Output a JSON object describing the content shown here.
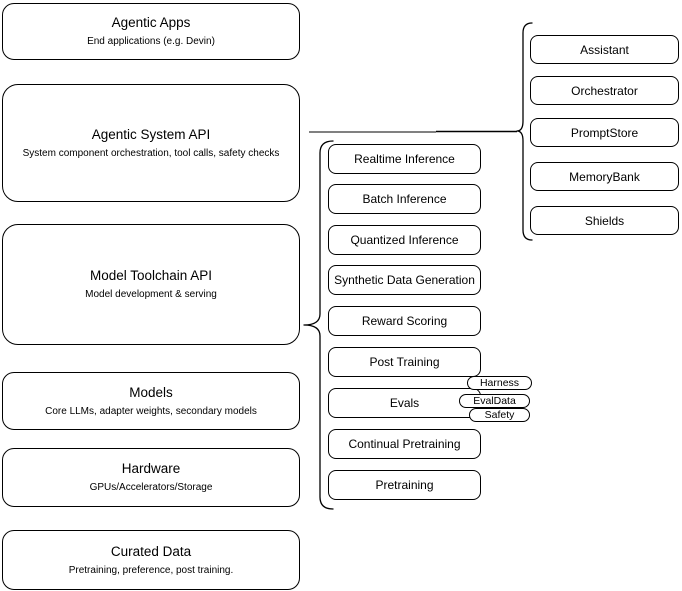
{
  "layers": [
    {
      "title": "Agentic Apps",
      "subtitle": "End applications (e.g. Devin)"
    },
    {
      "title": "Agentic System API",
      "subtitle": "System component orchestration, tool calls, safety checks"
    },
    {
      "title": "Model Toolchain API",
      "subtitle": "Model development & serving"
    },
    {
      "title": "Models",
      "subtitle": "Core LLMs, adapter weights, secondary models"
    },
    {
      "title": "Hardware",
      "subtitle": "GPUs/Accelerators/Storage"
    },
    {
      "title": "Curated Data",
      "subtitle": "Pretraining, preference, post training."
    }
  ],
  "toolchain_components": [
    "Realtime Inference",
    "Batch Inference",
    "Quantized Inference",
    "Synthetic Data Generation",
    "Reward Scoring",
    "Post Training",
    "Evals",
    "Continual Pretraining",
    "Pretraining"
  ],
  "eval_tags": [
    "Harness",
    "EvalData",
    "Safety"
  ],
  "system_components": [
    "Assistant",
    "Orchestrator",
    "PromptStore",
    "MemoryBank",
    "Shields"
  ],
  "colors": {
    "stroke": "#000000",
    "background": "#ffffff",
    "connector_gray": "#808080"
  }
}
